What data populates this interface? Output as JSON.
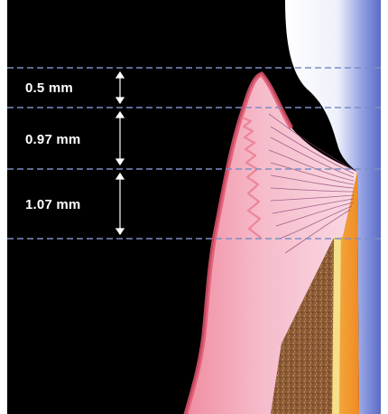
{
  "measurements": [
    {
      "label": "0.5 mm"
    },
    {
      "label": "0.97 mm"
    },
    {
      "label": "1.07 mm"
    }
  ],
  "colors": {
    "background": "#000000",
    "frame": "#ffffff",
    "gingiva": "#f2a7b3",
    "gingiva_light": "#f7c9d3",
    "gingiva_edge": "#e25a73",
    "fibers": "#8a3d70",
    "bone": "#8b5a35",
    "tooth": "#f5f5fb",
    "tooth_shade": "#6f7fd0",
    "root_orange": "#f08a24",
    "root_yellow": "#f6e08a",
    "dashed_line": "#7d8ec4",
    "label_text": "#ffffff"
  }
}
